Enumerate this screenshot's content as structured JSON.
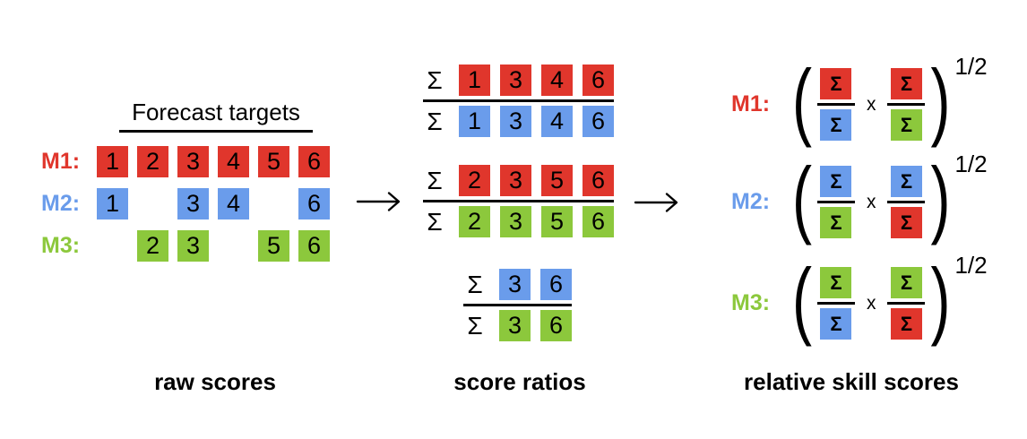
{
  "colors": {
    "red": "#e0362c",
    "blue": "#6a9ceb",
    "green": "#8cc83c"
  },
  "captions": {
    "left": "raw scores",
    "middle": "score ratios",
    "right": "relative skill scores"
  },
  "left_panel": {
    "title": "Forecast targets",
    "rows": [
      {
        "label": "M1:",
        "color": "red",
        "cells": [
          "1",
          "2",
          "3",
          "4",
          "5",
          "6"
        ]
      },
      {
        "label": "M2:",
        "color": "blue",
        "cells": [
          "1",
          "",
          "3",
          "4",
          "",
          "6"
        ]
      },
      {
        "label": "M3:",
        "color": "green",
        "cells": [
          "",
          "2",
          "3",
          "",
          "5",
          "6"
        ]
      }
    ]
  },
  "middle_panel": {
    "sigma": "Σ",
    "ratios": [
      {
        "numerator": {
          "color": "red",
          "values": [
            "1",
            "3",
            "4",
            "6"
          ]
        },
        "denominator": {
          "color": "blue",
          "values": [
            "1",
            "3",
            "4",
            "6"
          ]
        }
      },
      {
        "numerator": {
          "color": "red",
          "values": [
            "2",
            "3",
            "5",
            "6"
          ]
        },
        "denominator": {
          "color": "green",
          "values": [
            "2",
            "3",
            "5",
            "6"
          ]
        }
      },
      {
        "numerator": {
          "color": "blue",
          "values": [
            "3",
            "6"
          ]
        },
        "denominator": {
          "color": "green",
          "values": [
            "3",
            "6"
          ]
        }
      }
    ]
  },
  "right_panel": {
    "sigma": "Σ",
    "multiply_symbol": "x",
    "exponent": "1/2",
    "paren_open": "(",
    "paren_close": ")",
    "formulas": [
      {
        "label": "M1:",
        "color": "red",
        "fractions": [
          {
            "num": "red",
            "den": "blue"
          },
          {
            "num": "red",
            "den": "green"
          }
        ]
      },
      {
        "label": "M2:",
        "color": "blue",
        "fractions": [
          {
            "num": "blue",
            "den": "green"
          },
          {
            "num": "blue",
            "den": "red"
          }
        ]
      },
      {
        "label": "M3:",
        "color": "green",
        "fractions": [
          {
            "num": "green",
            "den": "blue"
          },
          {
            "num": "green",
            "den": "red"
          }
        ]
      }
    ]
  }
}
